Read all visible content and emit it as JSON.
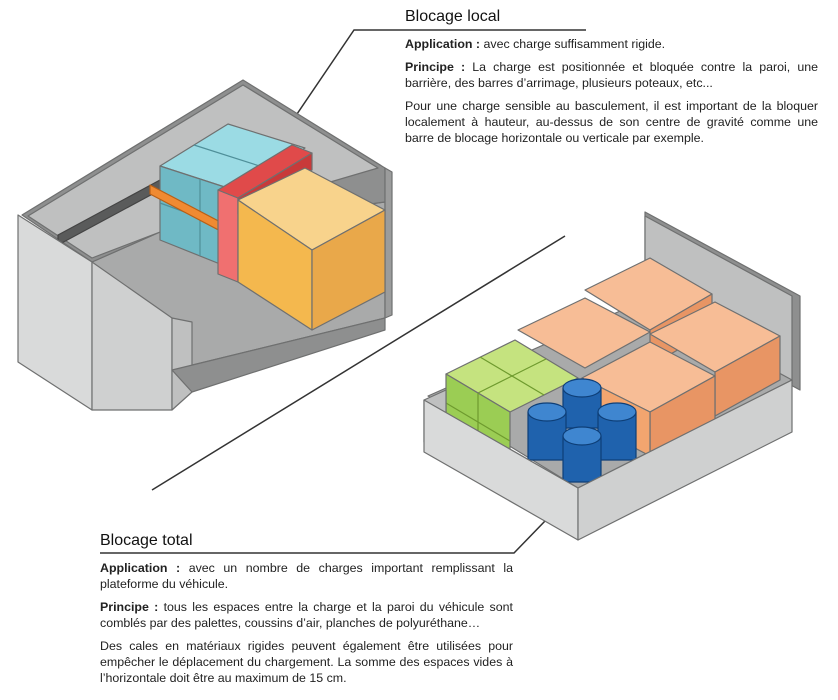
{
  "colors": {
    "truck_light": "#d9dada",
    "truck_mid": "#bfc0c0",
    "truck_dark": "#8e8f8f",
    "floor": "#a9aaaa",
    "cyan_box": "#7ccad6",
    "orange_box": "#f0b24d",
    "red_bar": "#e04a4a",
    "green_box": "#9bcd54",
    "salmon_box": "#f4a879",
    "blue_drum": "#1f62ad"
  },
  "local": {
    "title": "Blocage local",
    "application_label": "Application :",
    "application_text": "avec charge suffisamment rigide.",
    "principe_label": "Principe :",
    "principe_text": "La charge est positionnée et bloquée contre la paroi, une barrière, des barres d’arrimage, plusieurs poteaux, etc...",
    "note": "Pour une charge sensible au basculement, il est important de la bloquer localement à hauteur, au-dessus de son centre de gravité comme une barre de blocage horizontale ou verticale par exemple."
  },
  "total": {
    "title": "Blocage total",
    "application_label": "Application :",
    "application_text": "avec un nombre de charges important remplissant la plateforme du véhicule.",
    "principe_label": "Principe :",
    "principe_text": "tous les espaces entre la charge et la paroi du véhicule sont comblés par des palettes, coussins d’air, planches de polyuréthane…",
    "note": "Des cales en matériaux rigides peuvent également être utilisées pour empêcher le déplacement du chargement. La somme des espaces vides à l’horizontale doit être au maximum de 15 cm."
  }
}
